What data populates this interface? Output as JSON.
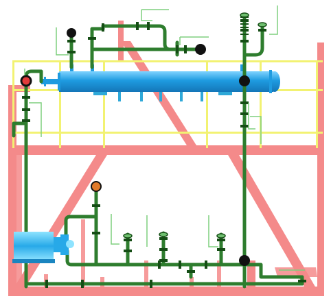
{
  "view": {
    "description_visible_text": []
  },
  "colors": {
    "frame": "#f48a8a",
    "frame_dark": "#e56b6b",
    "rail": "#f2f272",
    "pipe": "#2e7d2e",
    "pipe_dark": "#154d15",
    "pipe_light": "#6fbf6f",
    "header_tank": "#1e9be0",
    "header_tank_light": "#7fd3ff",
    "pump": "#27a9e8",
    "pump_light": "#8ee3ff",
    "nozzle": "#2ea8d8",
    "ball": "#111111",
    "ball_orange": "#e07a2a",
    "tag": "#7ecf7e",
    "background": "#ffffff"
  },
  "components": {
    "header_tank": "distribution-header",
    "pump": "pump-unit",
    "frame": "skid-frame",
    "handrail": "platform-handrail"
  }
}
